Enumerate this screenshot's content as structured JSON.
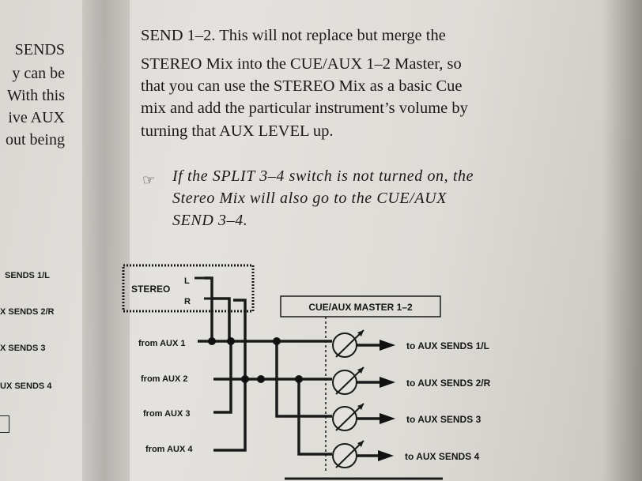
{
  "left_column": {
    "text_fragments": [
      "SENDS",
      "y can be",
      "With this",
      "ive AUX",
      "out being"
    ],
    "labels": [
      "SENDS 1/L",
      "X SENDS 2/R",
      "X SENDS 3",
      "UX SENDS 4"
    ]
  },
  "body": {
    "lines": [
      "SEND 1–2. This will not replace but merge the",
      "STEREO Mix into the CUE/AUX 1–2 Master, so",
      "that you can use the STEREO Mix as a basic Cue",
      "mix and add the particular instrument’s volume by",
      "turning that AUX LEVEL up."
    ]
  },
  "note": {
    "icon": "pointing-hand-icon",
    "lines": [
      "If the SPLIT 3–4 switch is not turned on, the",
      "Stereo Mix will also go to the CUE/AUX",
      "SEND 3–4."
    ]
  },
  "diagram": {
    "stereo_label": "STEREO",
    "l_label": "L",
    "r_label": "R",
    "master_label": "CUE/AUX MASTER 1–2",
    "inputs": [
      "from AUX 1",
      "from AUX 2",
      "from AUX 3",
      "from AUX 4"
    ],
    "outputs": [
      "to AUX SENDS 1/L",
      "to AUX SENDS 2/R",
      "to AUX SENDS 3",
      "to AUX SENDS 4"
    ]
  }
}
